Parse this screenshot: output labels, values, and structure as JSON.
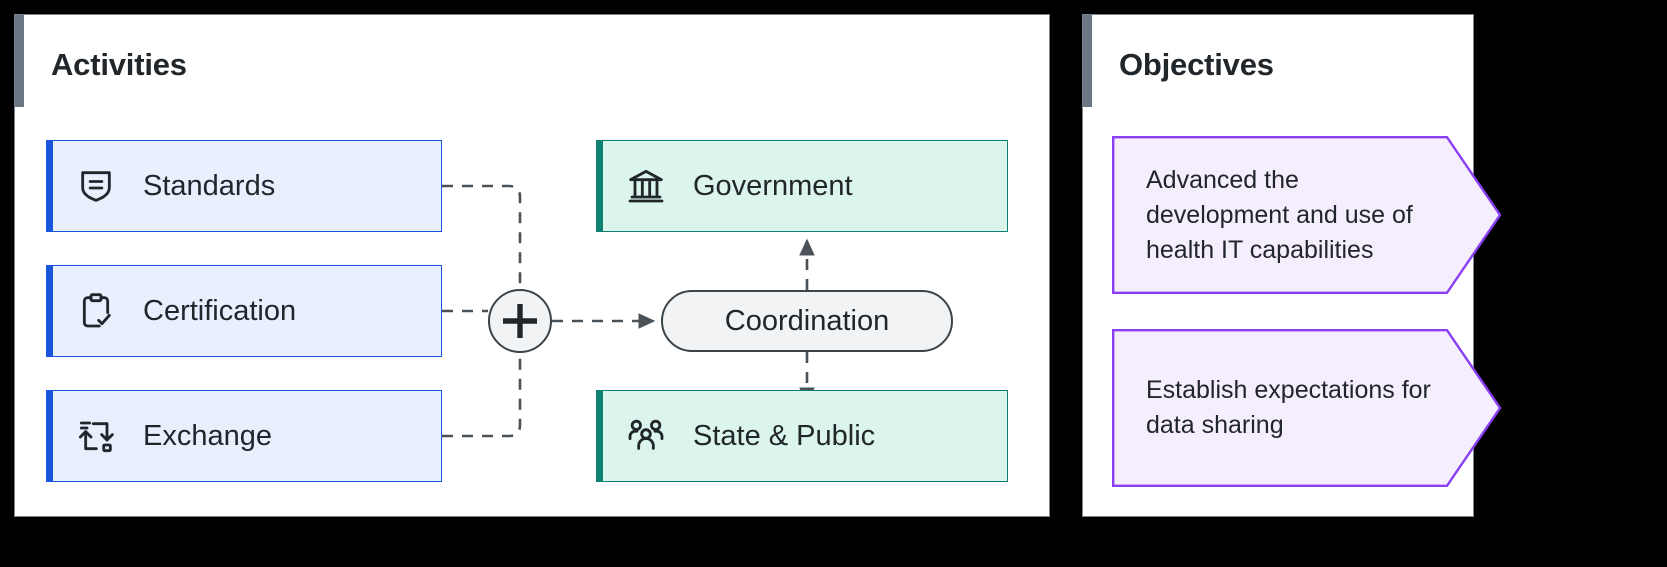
{
  "activities_panel": {
    "title": "Activities",
    "cards": [
      {
        "label": "Standards",
        "icon": "shield-document-icon"
      },
      {
        "label": "Certification",
        "icon": "clipboard-check-icon"
      },
      {
        "label": "Exchange",
        "icon": "data-exchange-icon"
      }
    ],
    "outcomes": [
      {
        "label": "Government",
        "icon": "bank-building-icon"
      },
      {
        "label": "State & Public",
        "icon": "people-group-icon"
      }
    ],
    "junction": {
      "symbol": "+",
      "name": "plus-junction"
    },
    "coordination": {
      "label": "Coordination"
    }
  },
  "objectives_panel": {
    "title": "Objectives",
    "items": [
      {
        "text": "Advanced the development and use of health IT capabilities"
      },
      {
        "text": "Establish expectations for data sharing"
      }
    ]
  },
  "colors": {
    "activity_accent": "#1a56db",
    "activity_fill": "#e8f0fe",
    "outcome_accent": "#0f8172",
    "outcome_fill": "#dcf5ec",
    "objective_accent": "#8b3ff5",
    "objective_fill": "#f5eefd",
    "panel_accent": "#6b7783",
    "text": "#21262b",
    "connector": "#4a5258",
    "background": "#000000"
  }
}
